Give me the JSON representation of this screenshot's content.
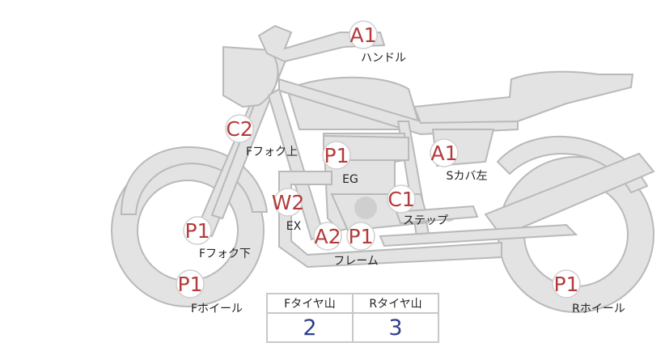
{
  "colors": {
    "badge_text": "#b43b3b",
    "value_text": "#2f3f8f",
    "part_fill": "#e3e3e3",
    "part_stroke": "#b9b9b9"
  },
  "badges": [
    {
      "id": "handle",
      "code": "A1"
    },
    {
      "id": "fork-upper",
      "code": "C2"
    },
    {
      "id": "engine",
      "code": "P1"
    },
    {
      "id": "side-cover-left",
      "code": "A1"
    },
    {
      "id": "step",
      "code": "C1"
    },
    {
      "id": "exhaust",
      "code": "W2"
    },
    {
      "id": "fork-lower",
      "code": "P1"
    },
    {
      "id": "frame-1",
      "code": "A2"
    },
    {
      "id": "frame-2",
      "code": "P1"
    },
    {
      "id": "front-wheel",
      "code": "P1"
    },
    {
      "id": "rear-wheel",
      "code": "P1"
    }
  ],
  "labels": {
    "handle": "ハンドル",
    "fork_upper": "Fフォク上",
    "engine": "EG",
    "side_cover_left": "Sカバ左",
    "step": "ステップ",
    "exhaust": "EX",
    "fork_lower": "Fフォク下",
    "frame": "フレーム",
    "front_wheel": "Fホイール",
    "rear_wheel": "Rホイール"
  },
  "tread_table": {
    "headers": [
      "Fタイヤ山",
      "Rタイヤ山"
    ],
    "values": [
      "2",
      "3"
    ]
  }
}
